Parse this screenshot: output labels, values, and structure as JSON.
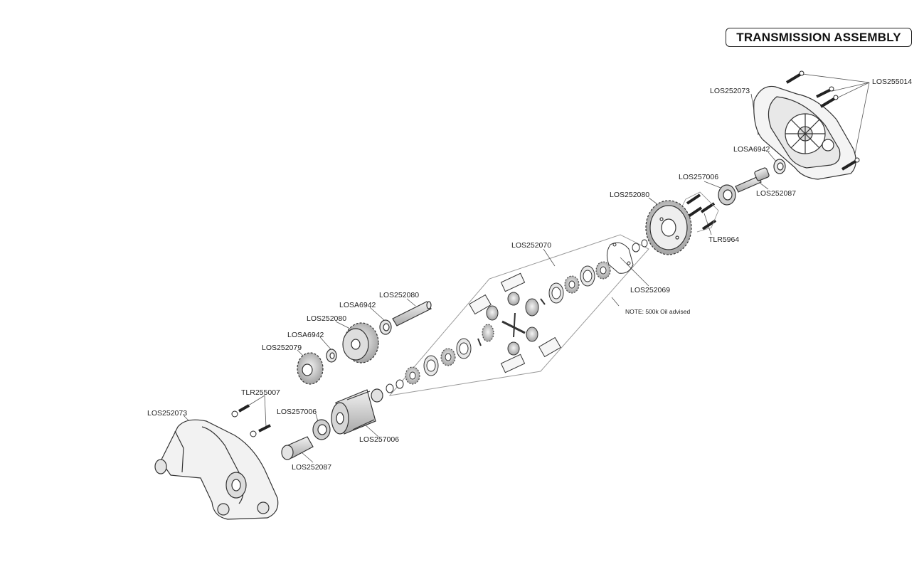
{
  "title": "TRANSMISSION ASSEMBLY",
  "note": "NOTE: 500k Oil advised",
  "labels": {
    "los255014": "LOS255014",
    "los252073_right": "LOS252073",
    "losa6942_right": "LOSA6942",
    "los257006_right": "LOS257006",
    "los252087_right": "LOS252087",
    "los252080_spur": "LOS252080",
    "tlr5964": "TLR5964",
    "los252069": "LOS252069",
    "los252070": "LOS252070",
    "los252080_shaft": "LOS252080",
    "losa6942_upper": "LOSA6942",
    "los252080_gear": "LOS252080",
    "losa6942_lower": "LOSA6942",
    "los252079": "LOS252079",
    "tlr255007": "TLR255007",
    "los252073_left": "LOS252073",
    "los257006_left": "LOS257006",
    "los257006_slipper": "LOS257006",
    "los252087_left": "LOS252087"
  }
}
